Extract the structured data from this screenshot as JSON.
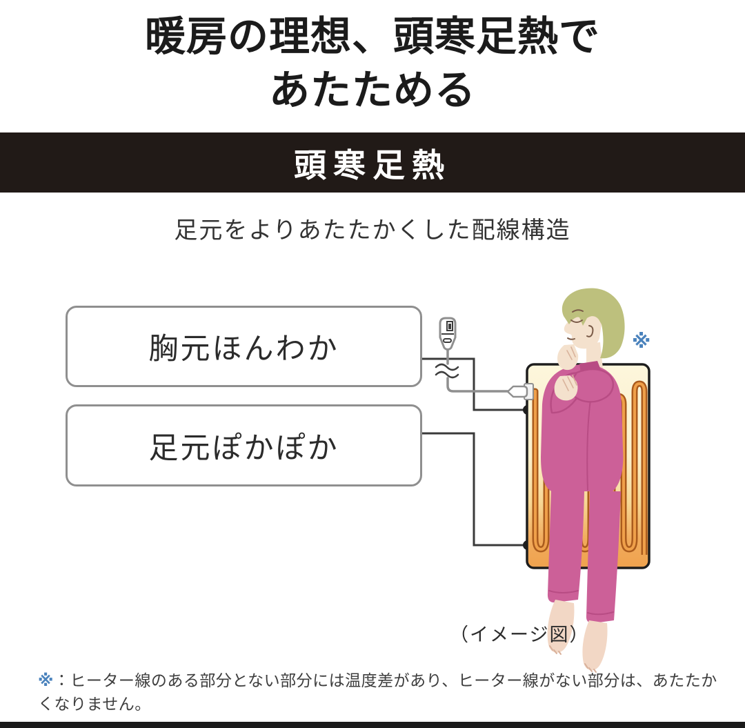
{
  "title": {
    "line1": "暖房の理想、頭寒足熱で",
    "line2": "あたためる"
  },
  "banner": {
    "label": "頭寒足熱"
  },
  "subtitle": "足元をよりあたたかくした配線構造",
  "diagram": {
    "labels": [
      {
        "text": "胸元ほんわか"
      },
      {
        "text": "足元ぽかぽか"
      }
    ],
    "note_mark": "※",
    "caption": "（イメージ図）"
  },
  "footnote": {
    "mark": "※",
    "text": "：ヒーター線のある部分とない部分には温度差があり、ヒーター線がない部分は、あたたかくなりません。"
  },
  "colors": {
    "title_text": "#1b1b1b",
    "banner_bg": "#211a17",
    "banner_text": "#ffffff",
    "subtitle_text": "#333333",
    "box_border": "#8f8f8f",
    "box_text": "#2b2b2b",
    "connector": "#3a3a3a",
    "cord": "#8f8f8f",
    "pad_border": "#1d1d1d",
    "pad_cream": "#fdf6dc",
    "pad_mid": "#fbf0cb",
    "pad_warm": "#efa24e",
    "wire_dark": "#aa5b1d",
    "wire_light": "#efa04a",
    "hair": "#bdc07d",
    "skin": "#f4e1cd",
    "skin_feet": "#f2d7c5",
    "pajama": "#cc6098",
    "pajama_dark": "#b84c84",
    "feature_line": "#7a5a47",
    "note_blue": "#4a82bc",
    "caption_text": "#2c2c2c",
    "footnote_text": "#3d3d3d",
    "bottom_bar": "#1a1a1a"
  }
}
